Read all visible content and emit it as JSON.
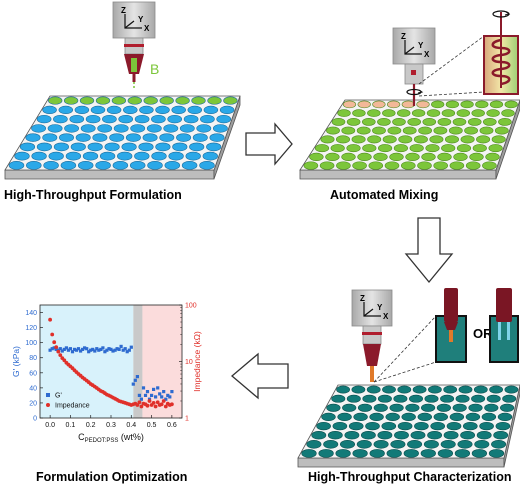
{
  "colors": {
    "well_blue": "#2aa8e8",
    "well_green": "#7cc63a",
    "well_teal": "#127a78",
    "well_peach": "#f2b898",
    "plate_face": "#f4f4f4",
    "plate_side": "#bdbdbd",
    "nozzle": "#8b1a2b",
    "chart_blue": "#2e6bd0",
    "chart_red": "#e0302a",
    "region_blue": "#d8f2fb",
    "region_gray": "#c9c9c9",
    "region_red": "#fbdcdc"
  },
  "steps": {
    "formulation": {
      "caption": "High-Throughput Formulation",
      "material_label": "B"
    },
    "mixing": {
      "caption": "Automated Mixing"
    },
    "characterization": {
      "caption": "High-Throughput Characterization",
      "or_label": "OR"
    },
    "optimization": {
      "caption": "Formulation Optimization"
    }
  },
  "axes_glyph": {
    "x": "X",
    "y": "Y",
    "z": "Z"
  },
  "chart_data": {
    "type": "scatter",
    "xlabel_main": "C",
    "xlabel_sub": "PEDOT:PSS",
    "xlabel_tail": " (wt%)",
    "ylabel_left": "G' (kPa)",
    "ylabel_right": "Impedance (kΩ)",
    "xlim": [
      -0.05,
      0.65
    ],
    "ylim_left": [
      0,
      150
    ],
    "ylim_right_log": [
      1,
      100
    ],
    "x_ticks": [
      "0.0",
      "0.1",
      "0.2",
      "0.3",
      "0.4",
      "0.5",
      "0.6"
    ],
    "y_ticks_left": [
      "0",
      "20",
      "40",
      "60",
      "80",
      "100",
      "120",
      "140"
    ],
    "y_ticks_right": [
      "1",
      "10",
      "100"
    ],
    "regions": [
      {
        "from": -0.05,
        "to": 0.41,
        "color": "#d8f2fb"
      },
      {
        "from": 0.41,
        "to": 0.455,
        "color": "#c9c9c9"
      },
      {
        "from": 0.455,
        "to": 0.65,
        "color": "#fbdcdc"
      }
    ],
    "legend": [
      "G'",
      "Impedance"
    ],
    "series": [
      {
        "name": "G'",
        "axis": "left",
        "color": "#2e6bd0",
        "x": [
          0.0,
          0.01,
          0.02,
          0.03,
          0.04,
          0.05,
          0.06,
          0.07,
          0.08,
          0.09,
          0.1,
          0.11,
          0.12,
          0.13,
          0.14,
          0.15,
          0.16,
          0.17,
          0.18,
          0.19,
          0.2,
          0.21,
          0.22,
          0.23,
          0.24,
          0.25,
          0.26,
          0.27,
          0.28,
          0.29,
          0.3,
          0.31,
          0.32,
          0.33,
          0.34,
          0.35,
          0.36,
          0.37,
          0.38,
          0.39,
          0.4,
          0.41,
          0.42,
          0.43,
          0.44,
          0.45,
          0.46,
          0.47,
          0.48,
          0.49,
          0.5,
          0.51,
          0.52,
          0.53,
          0.54,
          0.55,
          0.56,
          0.57,
          0.58,
          0.59,
          0.6
        ],
        "y": [
          90,
          92,
          93,
          91,
          90,
          92,
          89,
          91,
          93,
          90,
          92,
          88,
          91,
          90,
          92,
          89,
          91,
          93,
          92,
          88,
          90,
          91,
          89,
          92,
          90,
          91,
          93,
          88,
          90,
          92,
          91,
          89,
          90,
          92,
          91,
          95,
          90,
          92,
          88,
          90,
          94,
          45,
          50,
          55,
          30,
          25,
          40,
          30,
          35,
          25,
          30,
          38,
          28,
          40,
          32,
          28,
          35,
          25,
          30,
          28,
          35
        ]
      },
      {
        "name": "Impedance",
        "axis": "right",
        "color": "#e0302a",
        "x": [
          0.0,
          0.01,
          0.02,
          0.03,
          0.04,
          0.05,
          0.06,
          0.07,
          0.08,
          0.09,
          0.1,
          0.11,
          0.12,
          0.13,
          0.14,
          0.15,
          0.16,
          0.17,
          0.18,
          0.19,
          0.2,
          0.21,
          0.22,
          0.23,
          0.24,
          0.25,
          0.26,
          0.27,
          0.28,
          0.29,
          0.3,
          0.31,
          0.32,
          0.33,
          0.34,
          0.35,
          0.36,
          0.37,
          0.38,
          0.39,
          0.4,
          0.41,
          0.42,
          0.43,
          0.44,
          0.45,
          0.46,
          0.47,
          0.48,
          0.49,
          0.5,
          0.51,
          0.52,
          0.53,
          0.54,
          0.55,
          0.56,
          0.57,
          0.58,
          0.59,
          0.6
        ],
        "y": [
          55,
          30,
          22,
          18,
          15,
          13,
          11.5,
          10.5,
          9.5,
          8.8,
          8.2,
          7.6,
          7.0,
          6.5,
          6.0,
          5.6,
          5.2,
          4.9,
          4.6,
          4.3,
          4.0,
          3.8,
          3.6,
          3.4,
          3.2,
          3.0,
          2.9,
          2.75,
          2.6,
          2.5,
          2.4,
          2.3,
          2.2,
          2.1,
          2.0,
          1.95,
          1.9,
          1.85,
          1.8,
          1.75,
          1.7,
          1.75,
          1.8,
          1.7,
          1.9,
          1.6,
          1.8,
          1.75,
          1.65,
          2.0,
          1.7,
          1.85,
          1.6,
          1.9,
          1.7,
          1.75,
          2.0,
          1.6,
          1.8,
          1.7,
          1.75
        ]
      }
    ]
  }
}
